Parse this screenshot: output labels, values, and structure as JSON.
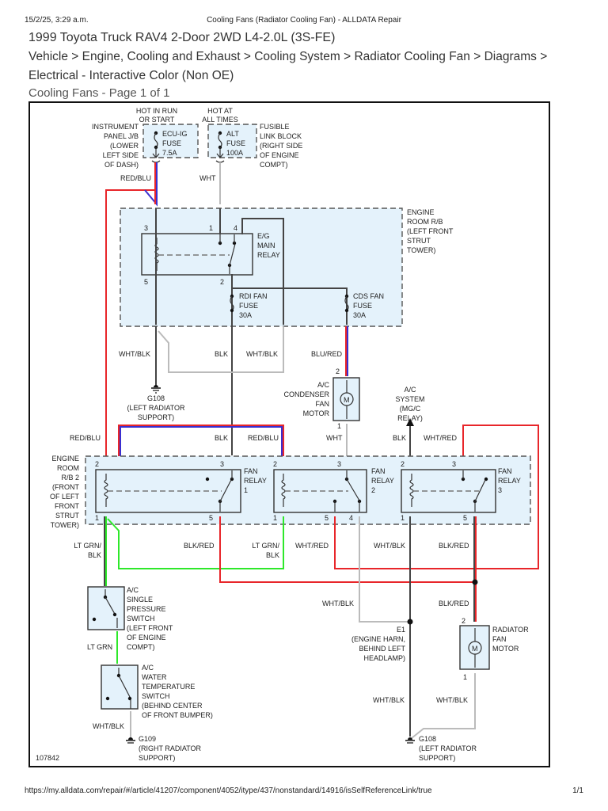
{
  "browser": {
    "datetime": "15/2/25, 3:29 a.m.",
    "page_title": "Cooling Fans (Radiator Cooling Fan) - ALLDATA Repair",
    "url": "https://my.alldata.com/repair/#/article/41207/component/4052/itype/437/nonstandard/14916/isSelfReferenceLink/true",
    "page_count": "1/1"
  },
  "header": {
    "vehicle": "1999 Toyota Truck RAV4 2-Door 2WD L4-2.0L (3S-FE)",
    "breadcrumb_line1": "Vehicle > Engine, Cooling and Exhaust > Cooling System > Radiator Cooling Fan > Diagrams >",
    "breadcrumb_line2": "Electrical - Interactive Color (Non OE)",
    "page_title": "Cooling Fans - Page 1 of 1"
  },
  "diagram": {
    "figure_id": "107842",
    "colors": {
      "red": "#e8262a",
      "blue": "#3a2fd0",
      "green": "#2ee82a",
      "gray": "#bcbcbc",
      "black": "#333333",
      "box_fill": "#e4f2fb",
      "dash": "#555555"
    },
    "power": {
      "hot_run_start": [
        "HOT IN RUN",
        "OR START"
      ],
      "hot_all_times": [
        "HOT AT",
        "ALL TIMES"
      ],
      "ecu_fuse": [
        "ECU-IG",
        "FUSE",
        "7.5A"
      ],
      "alt_fuse": [
        "ALT",
        "FUSE",
        "100A"
      ],
      "instrument_panel": [
        "INSTRUMENT",
        "PANEL J/B",
        "(LOWER",
        "LEFT SIDE",
        "OF DASH)"
      ],
      "fusible_link": [
        "FUSIBLE",
        "LINK BLOCK",
        "(RIGHT SIDE",
        "OF ENGINE",
        "COMPT)"
      ]
    },
    "engine_room_rb": [
      "ENGINE",
      "ROOM R/B",
      "(LEFT FRONT",
      "STRUT",
      "TOWER)"
    ],
    "eg_main_relay": [
      "E/G",
      "MAIN",
      "RELAY"
    ],
    "rdi_fuse": [
      "RDI FAN",
      "FUSE",
      "30A"
    ],
    "cds_fuse": [
      "CDS FAN",
      "FUSE",
      "30A"
    ],
    "condenser_motor": [
      "A/C",
      "CONDENSER",
      "FAN",
      "MOTOR"
    ],
    "ac_system": [
      "A/C",
      "SYSTEM",
      "(MG/C",
      "RELAY)"
    ],
    "g108_top": [
      "G108",
      "(LEFT RADIATOR",
      "SUPPORT)"
    ],
    "engine_room_rb2": [
      "ENGINE",
      "ROOM",
      "R/B 2",
      "(FRONT",
      "OF LEFT",
      "FRONT",
      "STRUT",
      "TOWER)"
    ],
    "fan_relay_1": [
      "FAN",
      "RELAY",
      "1"
    ],
    "fan_relay_2": [
      "FAN",
      "RELAY",
      "2"
    ],
    "fan_relay_3": [
      "FAN",
      "RELAY",
      "3"
    ],
    "pressure_switch": [
      "A/C",
      "SINGLE",
      "PRESSURE",
      "SWITCH",
      "(LEFT FRONT",
      "OF ENGINE",
      "COMPT)"
    ],
    "water_temp_switch": [
      "A/C",
      "WATER",
      "TEMPERATURE",
      "SWITCH",
      "(BEHIND CENTER",
      "OF FRONT BUMPER)"
    ],
    "g109": [
      "G109",
      "(RIGHT RADIATOR",
      "SUPPORT)"
    ],
    "e1": [
      "E1",
      "(ENGINE HARN,",
      "BEHIND LEFT",
      "HEADLAMP)"
    ],
    "radiator_motor": [
      "RADIATOR",
      "FAN",
      "MOTOR"
    ],
    "g108_bottom": [
      "G108",
      "(LEFT RADIATOR",
      "SUPPORT)"
    ],
    "motor_symbol": "M",
    "wire_labels": {
      "red_blu_top": "RED/BLU",
      "wht_top": "WHT",
      "wht_blk_a": "WHT/BLK",
      "blk_a": "BLK",
      "wht_blk_b": "WHT/BLK",
      "blu_red": "BLU/RED",
      "red_blu_l": "RED/BLU",
      "blk_b": "BLK",
      "red_blu_m": "RED/BLU",
      "wht_mid": "WHT",
      "blk_c": "BLK",
      "wht_red_top": "WHT/RED",
      "lt_grn_blk_1": [
        "LT GRN/",
        "BLK"
      ],
      "blk_red_1": "BLK/RED",
      "lt_grn_blk_2": [
        "LT GRN/",
        "BLK"
      ],
      "wht_red_2": "WHT/RED",
      "wht_blk_c": "WHT/BLK",
      "blk_red_3": "BLK/RED",
      "wht_blk_d": "WHT/BLK",
      "blk_red_4": "BLK/RED",
      "lt_grn": "LT GRN",
      "wht_blk_e": "WHT/BLK",
      "wht_blk_f": "WHT/BLK",
      "wht_blk_g": "WHT/BLK"
    },
    "pins": {
      "eg3": "3",
      "eg1": "1",
      "eg4": "4",
      "eg5": "5",
      "eg2": "2",
      "cm2": "2",
      "cm1": "1",
      "r1_2": "2",
      "r1_3": "3",
      "r1_1": "1",
      "r1_5": "5",
      "r2_2": "2",
      "r2_3": "3",
      "r2_1": "1",
      "r2_5": "5",
      "r2_4": "4",
      "r3_2": "2",
      "r3_3": "3",
      "r3_1": "1",
      "r3_5": "5",
      "rm2": "2",
      "rm1": "1"
    }
  }
}
